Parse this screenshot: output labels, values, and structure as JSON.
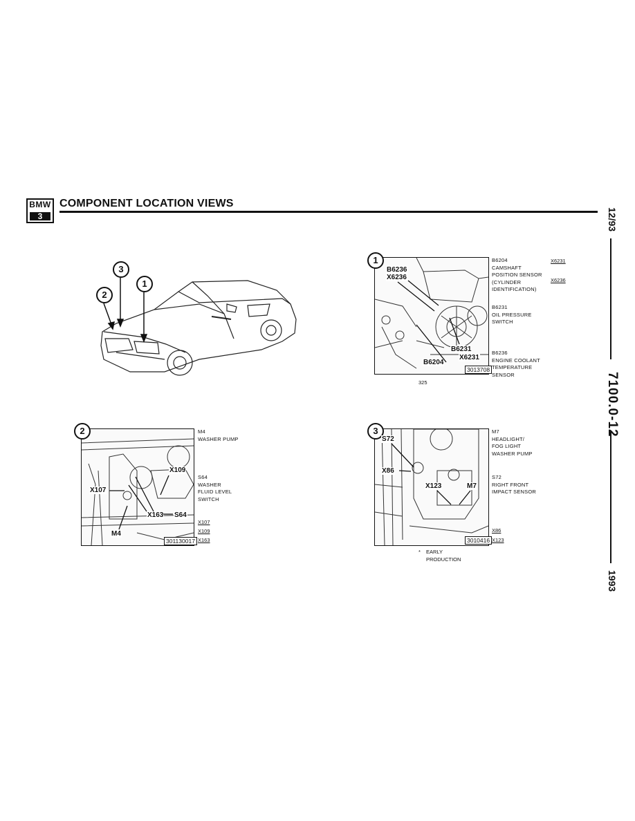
{
  "header": {
    "logo_top": "BMW",
    "logo_bottom": "3",
    "title": "COMPONENT LOCATION VIEWS"
  },
  "margin": {
    "date": "12/93",
    "code": "7100.0-12",
    "year": "1993"
  },
  "car_view": {
    "callouts": [
      "1",
      "2",
      "3"
    ]
  },
  "view1": {
    "number": "1",
    "callouts": {
      "b6236": "B6236",
      "x6236": "X6236",
      "b6231": "B6231",
      "x6231": "X6231",
      "b6204": "B6204"
    },
    "figure_no": "3013708",
    "caption": "325",
    "legend": [
      {
        "id": "B6204",
        "lines": [
          "CAMSHAFT",
          "POSITION SENSOR",
          "(CYLINDER",
          "IDENTIFICATION)"
        ]
      },
      {
        "id": "B6231",
        "lines": [
          "OIL PRESSURE",
          "SWITCH"
        ]
      },
      {
        "id": "B6236",
        "lines": [
          "ENGINE COOLANT",
          "TEMPERATURE",
          "SENSOR"
        ]
      }
    ],
    "refs": [
      "X6231",
      "X6236"
    ]
  },
  "view2": {
    "number": "2",
    "callouts": {
      "x109": "X109",
      "x107": "X107",
      "x163": "X163",
      "s64": "S64",
      "m4": "M4"
    },
    "figure_no": "301130017",
    "legend": [
      {
        "id": "M4",
        "lines": [
          "WASHER PUMP"
        ]
      },
      {
        "id": "S64",
        "lines": [
          "WASHER",
          "FLUID LEVEL",
          "SWITCH"
        ]
      }
    ],
    "refs": [
      "X107",
      "X109",
      "X163"
    ]
  },
  "view3": {
    "number": "3",
    "callouts": {
      "s72": "S72",
      "x86": "X86",
      "x123": "X123",
      "m7": "M7"
    },
    "figure_no": "3010416",
    "legend": [
      {
        "id": "M7",
        "lines": [
          "HEADLIGHT/",
          "FOG LIGHT",
          "WASHER PUMP"
        ]
      },
      {
        "id": "S72",
        "lines": [
          "RIGHT FRONT",
          "IMPACT SENSOR"
        ]
      }
    ],
    "refs": [
      "X86",
      "X123"
    ],
    "footnote_mark": "*",
    "footnote": [
      "EARLY",
      "PRODUCTION"
    ]
  }
}
